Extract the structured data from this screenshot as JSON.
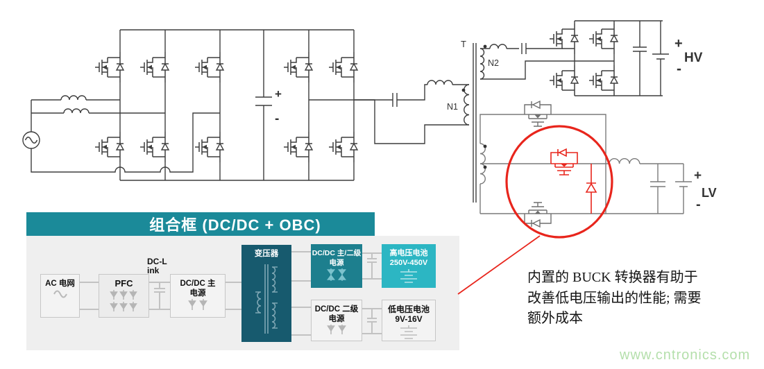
{
  "schematic": {
    "labels": {
      "transformer_tag": "T",
      "primary_winding": "N1",
      "secondary_winding": "N2",
      "dclink_plus": "+",
      "dclink_minus": "-",
      "hv_plus": "+",
      "hv_label": "HV",
      "hv_minus": "-",
      "lv_plus": "+",
      "lv_label": "LV",
      "lv_minus": "-"
    },
    "colors": {
      "wire": "#3d3d3d",
      "wire_secondary": "#7a7a7a",
      "highlight_red": "#e8251c"
    }
  },
  "block_diagram": {
    "title": "组合框 (DC/DC + OBC)",
    "banner_color": "#1b8a99",
    "panel_color": "#efefef",
    "dclink_label": {
      "line1": "DC-L",
      "line2": "ink"
    },
    "blocks": {
      "ac_grid": {
        "label": "AC 电网"
      },
      "pfc": {
        "label": "PFC"
      },
      "dcdc_main": {
        "label": "DC/DC 主",
        "label2": "电源"
      },
      "transformer": {
        "label": "变压器",
        "color": "#175a6e"
      },
      "dcdc_pri_sec": {
        "label": "DC/DC 主/二级",
        "label2": "电源",
        "color": "#1d7f8e"
      },
      "hv_battery": {
        "label": "高电压电池",
        "label2": "250V-450V",
        "color": "#2cb6c3"
      },
      "dcdc_sec": {
        "label": "DC/DC 二级",
        "label2": "电源"
      },
      "lv_battery": {
        "label": "低电压电池",
        "label2": "9V-16V"
      }
    }
  },
  "callout": {
    "line1": "内置的 BUCK 转换器有助于",
    "line2": "改善低电压输出的性能; 需要",
    "line3": "额外成本"
  },
  "watermark": "www.cntronics.com"
}
